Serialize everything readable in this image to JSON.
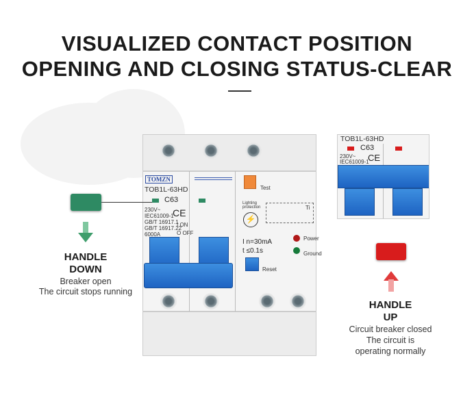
{
  "title": {
    "line1": "VISUALIZED CONTACT POSITION",
    "line2": "OPENING AND CLOSING STATUS-CLEAR"
  },
  "breaker": {
    "brand": "TOMZN",
    "model": "TOB1L-63HD",
    "rating": "C63",
    "spec1": "230V~",
    "spec2": "IEC61009-1",
    "spec3": "GB/T 16917.1",
    "spec4": "GB/T 16917.22",
    "spec5": "6000A",
    "on": "I ON",
    "off": "O OFF",
    "ce": "CE",
    "test": "Test",
    "lighting": "Lighting protection",
    "current": "I  n=30mA",
    "time": "t  ≤0.1s",
    "power": "Power",
    "ground": "Ground",
    "reset": "Reset",
    "ti": "Ti"
  },
  "inset": {
    "model": "TOB1L-63HD",
    "rating": "C63",
    "spec1": "230V~",
    "spec2": "IEC61009-1",
    "ce": "CE"
  },
  "left_label": {
    "heading1": "HANDLE",
    "heading2": "DOWN",
    "line1": "Breaker open",
    "line2": "The circuit stops running",
    "indicator_color": "#2e8a63"
  },
  "right_label": {
    "heading1": "HANDLE",
    "heading2": "UP",
    "line1": "Circuit breaker closed",
    "line2": "The circuit is",
    "line3": "operating normally",
    "indicator_color": "#d81c1c"
  }
}
